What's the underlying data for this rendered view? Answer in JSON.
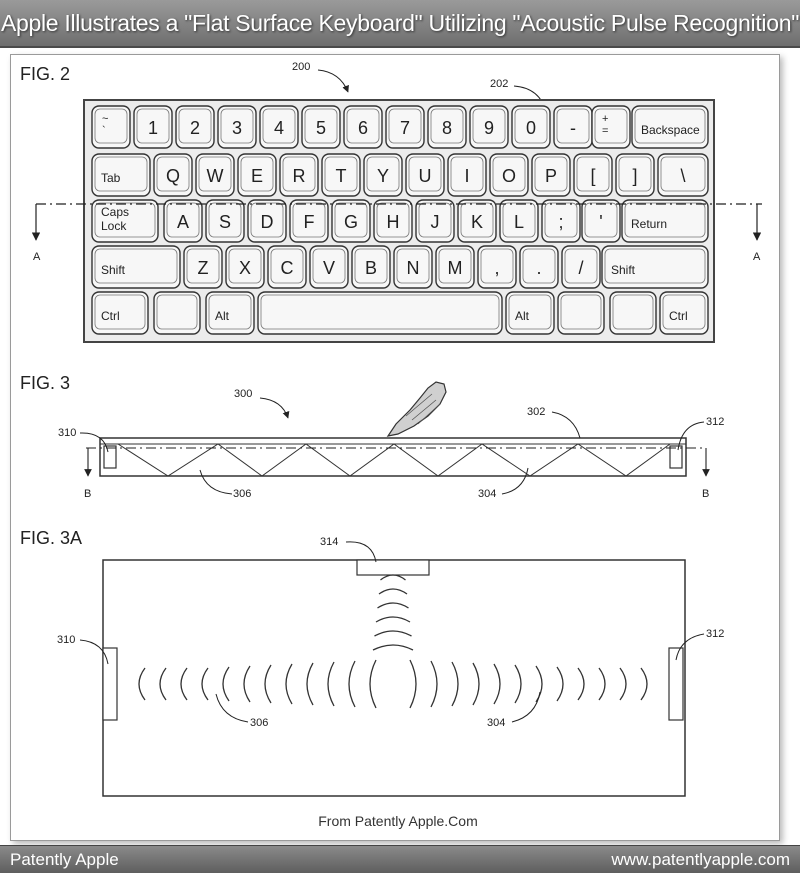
{
  "header": {
    "title": "Apple Illustrates a \"Flat Surface Keyboard\" Utilizing \"Acoustic Pulse Recognition\""
  },
  "footer": {
    "left": "Patently Apple",
    "right": "www.patentlyapple.com"
  },
  "caption": "From Patently Apple.Com",
  "fig2": {
    "label": "FIG. 2",
    "ref_keyboard": "200",
    "ref_key": "202",
    "section_marker": "A",
    "rows": [
      [
        "~\n`",
        "1",
        "2",
        "3",
        "4",
        "5",
        "6",
        "7",
        "8",
        "9",
        "0",
        "-",
        "+\n=",
        "Backspace"
      ],
      [
        "Tab",
        "Q",
        "W",
        "E",
        "R",
        "T",
        "Y",
        "U",
        "I",
        "O",
        "P",
        "[",
        "]",
        "\\"
      ],
      [
        "Caps\nLock",
        "A",
        "S",
        "D",
        "F",
        "G",
        "H",
        "J",
        "K",
        "L",
        ";",
        "'",
        "Return"
      ],
      [
        "Shift",
        "Z",
        "X",
        "C",
        "V",
        "B",
        "N",
        "M",
        ",",
        ".",
        "/",
        "Shift"
      ],
      [
        "Ctrl",
        "",
        "Alt",
        "",
        "Alt",
        "",
        "",
        "Ctrl"
      ]
    ]
  },
  "fig3": {
    "label": "FIG. 3",
    "ref_assembly": "300",
    "ref_surface": "302",
    "ref_path_right": "304",
    "ref_path_left": "306",
    "ref_sensor_left": "310",
    "ref_sensor_right": "312",
    "section_marker": "B"
  },
  "fig3a": {
    "label": "FIG. 3A",
    "ref_top_sensor": "314",
    "ref_left_sensor": "310",
    "ref_right_sensor": "312",
    "ref_left_waves": "306",
    "ref_right_waves": "304"
  }
}
